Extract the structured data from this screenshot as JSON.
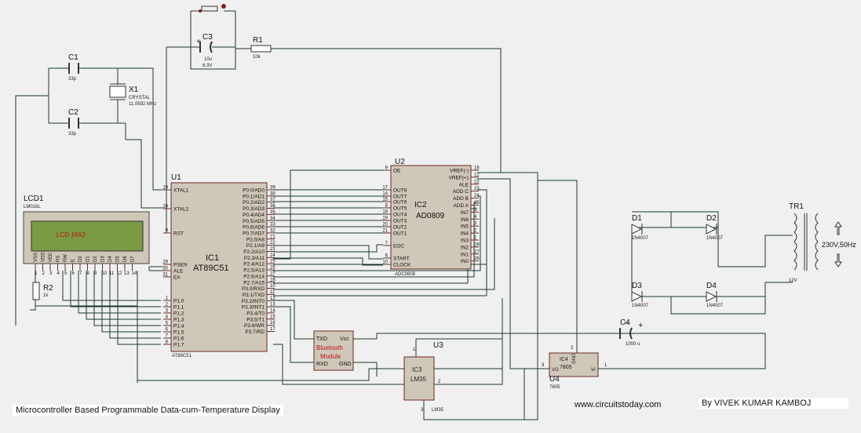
{
  "footer": {
    "title": "Microcontroller Based Programmable Data-cum-Temperature Display",
    "website": "www.circuitstoday.com",
    "author": "By VIVEK KUMAR KAMBOJ"
  },
  "components": {
    "c1": {
      "ref": "C1",
      "value": "33p"
    },
    "c2": {
      "ref": "C2",
      "value": "33p"
    },
    "c3": {
      "ref": "C3",
      "value": "10u",
      "voltage": "6.3V"
    },
    "c4": {
      "ref": "C4",
      "value": "1000 u"
    },
    "r1": {
      "ref": "R1",
      "value": "10k"
    },
    "r2": {
      "ref": "R2",
      "value": "1k"
    },
    "x1": {
      "ref": "X1",
      "type": "CRYSTAL",
      "freq": "11.0592 MHz"
    },
    "lcd": {
      "ref": "LCD1",
      "part": "LM016L",
      "text": "LCD 16X2"
    },
    "u1": {
      "ref": "U1",
      "name": "IC1",
      "part": "AT89C51",
      "footer": "AT89C51"
    },
    "u2": {
      "ref": "U2",
      "name": "IC2",
      "part": "AD0809",
      "footer": "ADC0808"
    },
    "u3": {
      "ref": "U3",
      "name": "IC3",
      "part": "LM35",
      "footer": "LM35"
    },
    "u4": {
      "ref": "U4",
      "name": "IC4",
      "part": "7805",
      "footer": "7805",
      "vo": "VO",
      "vi": "VI",
      "gnd": "GND"
    },
    "bt": {
      "line1": "Bluetooth",
      "line2": "Module",
      "txd": "TXD",
      "rxd": "RXD",
      "vcc": "Vcc",
      "gnd": "GND"
    },
    "tr1": {
      "ref": "TR1",
      "secondary": "12V",
      "primary": "230V,50Hz"
    },
    "d1": {
      "ref": "D1",
      "part": "1N4007"
    },
    "d2": {
      "ref": "D2",
      "part": "1N4007"
    },
    "d3": {
      "ref": "D3",
      "part": "1N4007"
    },
    "d4": {
      "ref": "D4",
      "part": "1N4007"
    }
  },
  "u1_left_pins": [
    {
      "label": "XTAL1",
      "num": "19"
    },
    {
      "label": "XTAL2",
      "num": "18"
    },
    {
      "label": "RST",
      "num": "9"
    },
    {
      "label": "PSEN",
      "num": "29"
    },
    {
      "label": "ALE",
      "num": "30"
    },
    {
      "label": "EA",
      "num": "31"
    },
    {
      "label": "P1.0",
      "num": "1"
    },
    {
      "label": "P1.1",
      "num": "2"
    },
    {
      "label": "P1.2",
      "num": "3"
    },
    {
      "label": "P1.3",
      "num": "4"
    },
    {
      "label": "P1.4",
      "num": "5"
    },
    {
      "label": "P1.5",
      "num": "6"
    },
    {
      "label": "P1.6",
      "num": "7"
    },
    {
      "label": "P1.7",
      "num": "8"
    }
  ],
  "u1_right_pins": [
    {
      "label": "P0.0/AD0",
      "num": "39"
    },
    {
      "label": "P0.1/AD1",
      "num": "38"
    },
    {
      "label": "P0.2/AD2",
      "num": "37"
    },
    {
      "label": "P0.3/AD3",
      "num": "36"
    },
    {
      "label": "P0.4/AD4",
      "num": "35"
    },
    {
      "label": "P0.5/AD5",
      "num": "34"
    },
    {
      "label": "P0.6/AD6",
      "num": "33"
    },
    {
      "label": "P0.7/AD7",
      "num": "32"
    },
    {
      "label": "P2.0/A8",
      "num": "21"
    },
    {
      "label": "P2.1/A9",
      "num": "22"
    },
    {
      "label": "P2.2/A10",
      "num": "23"
    },
    {
      "label": "P2.3/A11",
      "num": "24"
    },
    {
      "label": "P2.4/A12",
      "num": "25"
    },
    {
      "label": "P2.5/A13",
      "num": "26"
    },
    {
      "label": "P2.6/A14",
      "num": "27"
    },
    {
      "label": "P2.7/A15",
      "num": "28"
    },
    {
      "label": "P3.0/RXD",
      "num": "10"
    },
    {
      "label": "P3.1/TXD",
      "num": "11"
    },
    {
      "label": "P3.2/INT0",
      "num": "12"
    },
    {
      "label": "P3.3/INT1",
      "num": "13"
    },
    {
      "label": "P3.4/T0",
      "num": "14"
    },
    {
      "label": "P3.5/T1",
      "num": "15"
    },
    {
      "label": "P3.6/WR",
      "num": "16"
    },
    {
      "label": "P3.7/RD",
      "num": "17"
    }
  ],
  "u2_left_pins": [
    {
      "label": "OE",
      "num": "9"
    },
    {
      "label": "OUT8",
      "num": "17"
    },
    {
      "label": "OUT7",
      "num": "14"
    },
    {
      "label": "OUT6",
      "num": "15"
    },
    {
      "label": "OUT5",
      "num": "8"
    },
    {
      "label": "OUT4",
      "num": "18"
    },
    {
      "label": "OUT3",
      "num": "19"
    },
    {
      "label": "OUT2",
      "num": "20"
    },
    {
      "label": "OUT1",
      "num": "21"
    },
    {
      "label": "EOC",
      "num": "7"
    },
    {
      "label": "START",
      "num": "6"
    },
    {
      "label": "CLOCK",
      "num": "10"
    }
  ],
  "u2_right_pins": [
    {
      "label": "VREF(-)",
      "num": "16"
    },
    {
      "label": "VREF(+)",
      "num": "12"
    },
    {
      "label": "ALE",
      "num": "22"
    },
    {
      "label": "ADD C",
      "num": "23"
    },
    {
      "label": "ADD B",
      "num": "24"
    },
    {
      "label": "ADD A",
      "num": "25"
    },
    {
      "label": "IN7",
      "num": "5"
    },
    {
      "label": "IN6",
      "num": "4"
    },
    {
      "label": "IN5",
      "num": "3"
    },
    {
      "label": "IN4",
      "num": "2"
    },
    {
      "label": "IN3",
      "num": "1"
    },
    {
      "label": "IN2",
      "num": "28"
    },
    {
      "label": "IN1",
      "num": "27"
    },
    {
      "label": "IN0",
      "num": "26"
    }
  ],
  "lcd_pins": [
    "1",
    "2",
    "3",
    "4",
    "5",
    "6",
    "7",
    "8",
    "9",
    "10",
    "11",
    "12",
    "13",
    "14"
  ],
  "lcd_pin_labels": [
    "VSS",
    "VDD",
    "VEE",
    "RS",
    "RW",
    "E",
    "D0",
    "D1",
    "D2",
    "D3",
    "D4",
    "D5",
    "D6",
    "D7"
  ],
  "u3_pins": {
    "vcc": "1",
    "out": "2",
    "gnd": "3"
  },
  "u4_pins": {
    "vo": "3",
    "gnd": "2",
    "vi": "1"
  }
}
